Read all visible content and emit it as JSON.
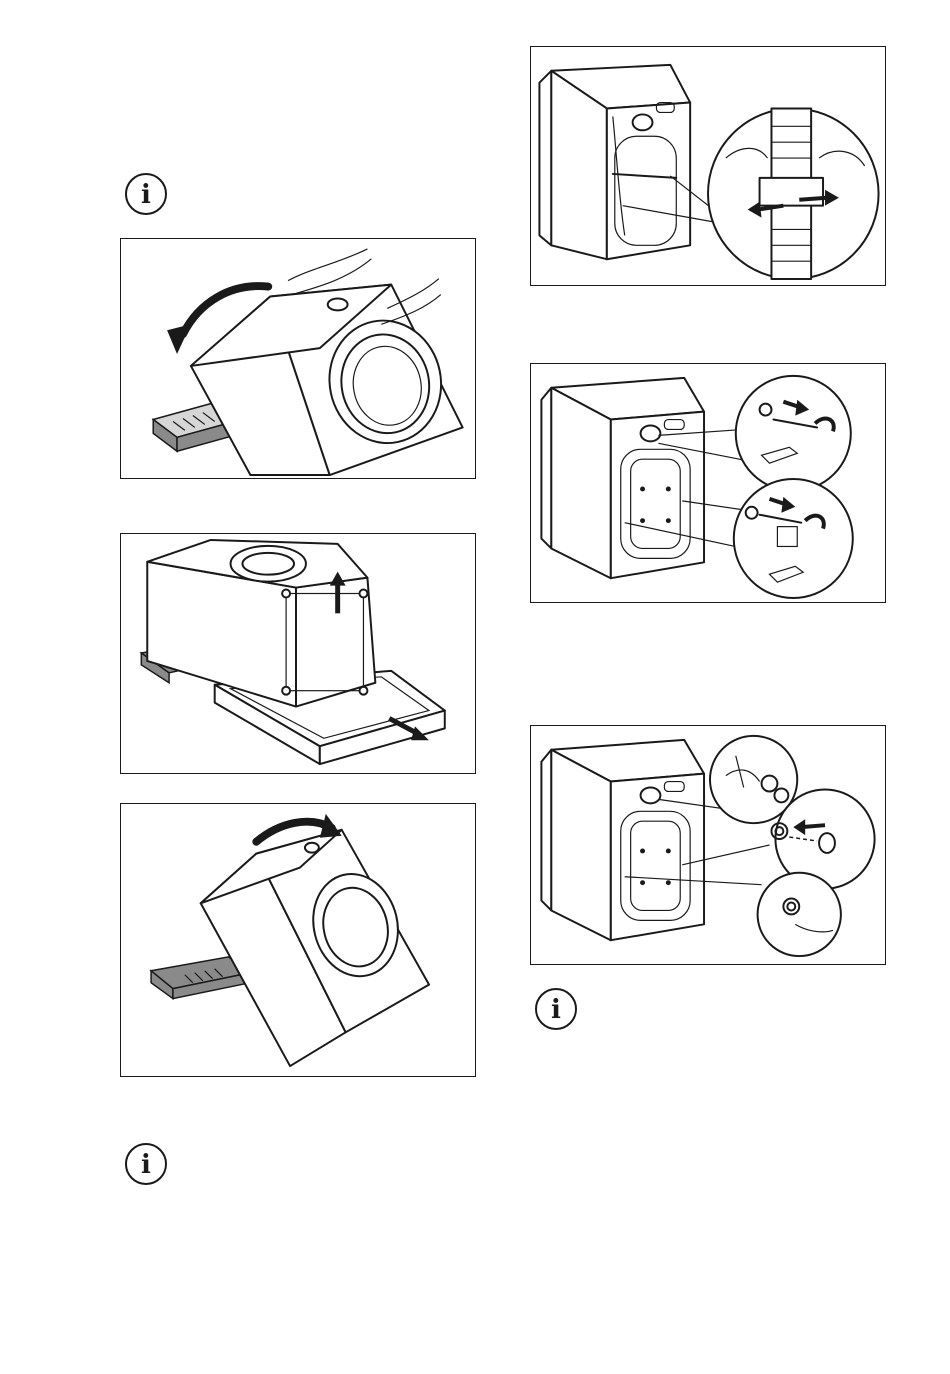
{
  "info_icon": {
    "glyph": "i",
    "icon": "info-icon"
  },
  "figures": [
    {
      "id": "tilt-back-onto-packaging"
    },
    {
      "id": "remove-bottom-packaging"
    },
    {
      "id": "tilt-upright"
    },
    {
      "id": "remove-hose-clamp"
    },
    {
      "id": "unscrew-transit-bolts"
    },
    {
      "id": "insert-plastic-caps"
    }
  ]
}
